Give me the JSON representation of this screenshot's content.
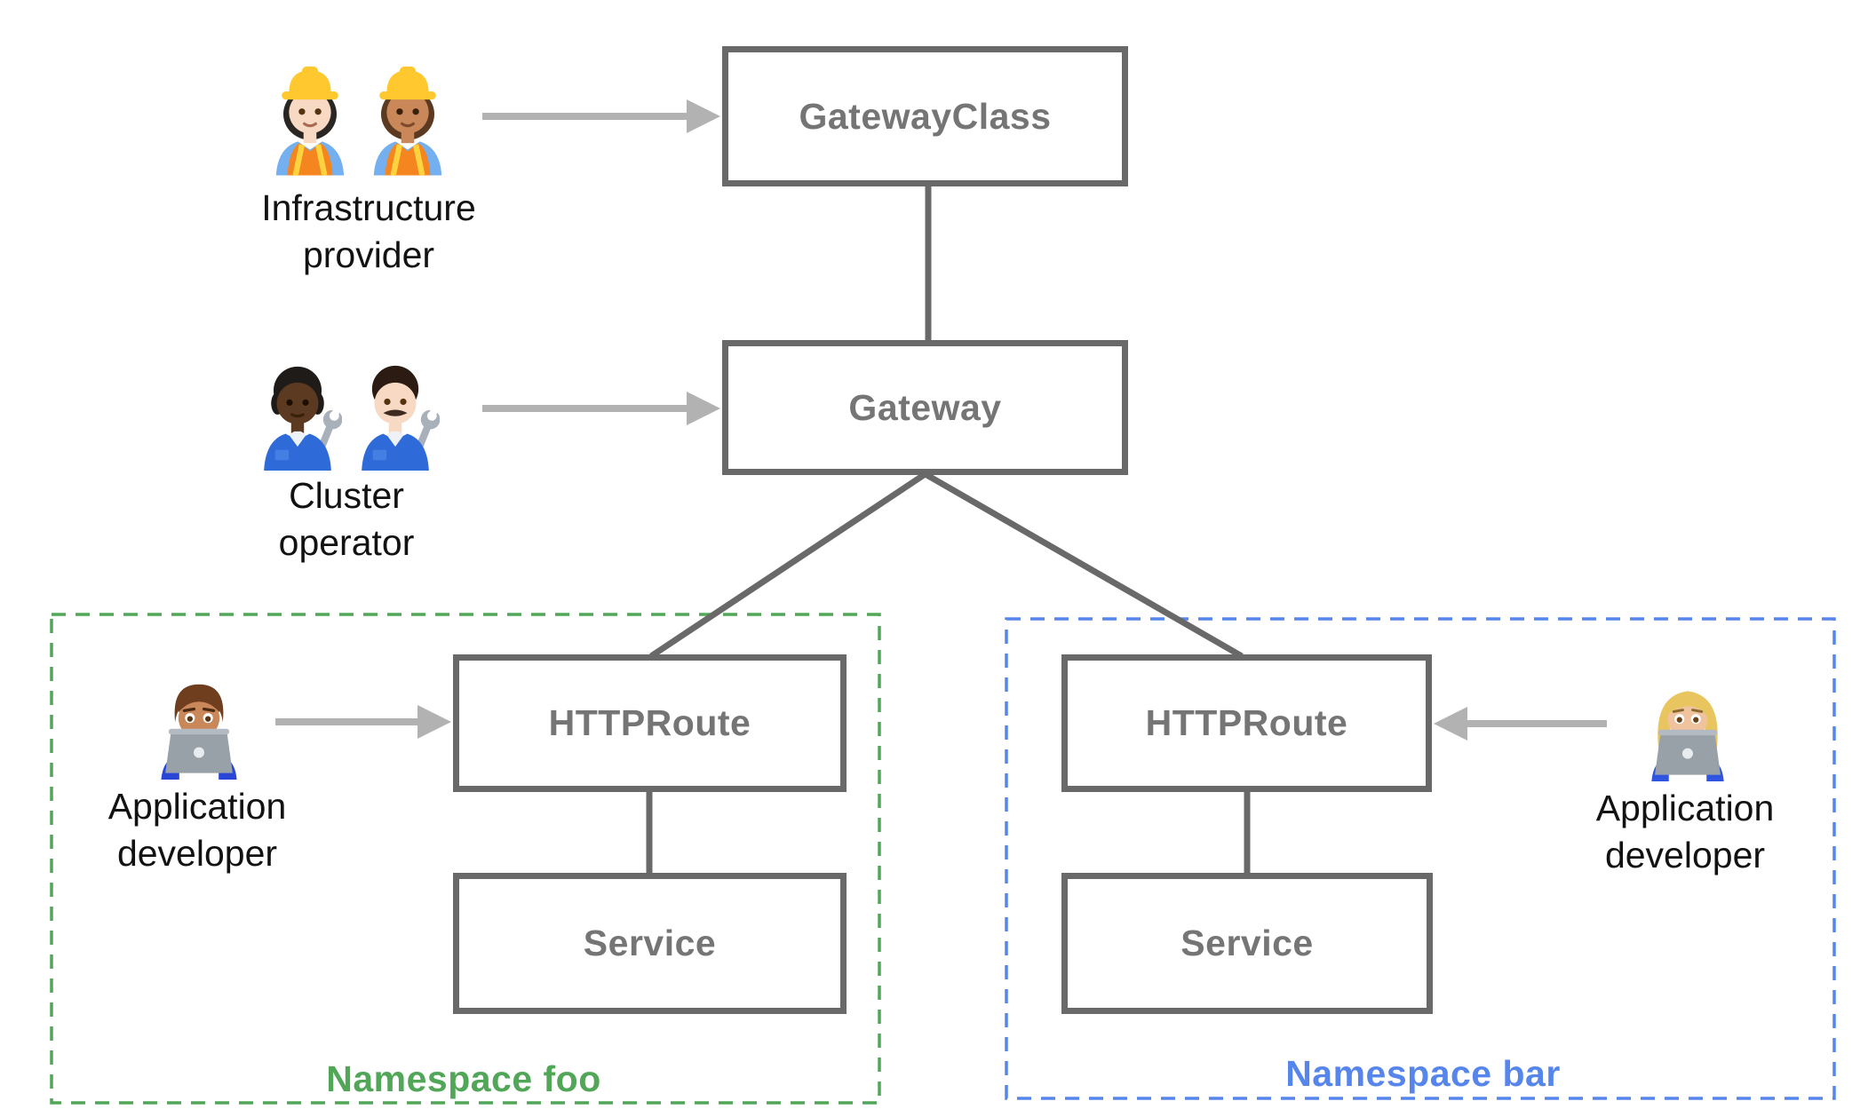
{
  "diagram": {
    "nodes": {
      "gatewayClass": "GatewayClass",
      "gateway": "Gateway",
      "httpRouteFoo": "HTTPRoute",
      "serviceFoo": "Service",
      "httpRouteBar": "HTTPRoute",
      "serviceBar": "Service"
    },
    "namespaces": {
      "foo": {
        "label": "Namespace foo",
        "color": "#52A658"
      },
      "bar": {
        "label": "Namespace bar",
        "color": "#5685EB"
      }
    },
    "personas": {
      "infrastructureProvider": {
        "line1": "Infrastructure",
        "line2": "provider",
        "icons": [
          "woman-construction-worker-light-icon",
          "woman-construction-worker-medium-icon"
        ]
      },
      "clusterOperator": {
        "line1": "Cluster",
        "line2": "operator",
        "icons": [
          "mechanic-dark-icon",
          "man-mechanic-icon"
        ]
      },
      "applicationDeveloperFoo": {
        "line1": "Application",
        "line2": "developer",
        "icons": [
          "man-technologist-icon"
        ]
      },
      "applicationDeveloperBar": {
        "line1": "Application",
        "line2": "developer",
        "icons": [
          "woman-technologist-icon"
        ]
      }
    },
    "colors": {
      "boxBorder": "#696969",
      "boxLabel": "#757575",
      "connector": "#696969",
      "arrow": "#B2B2B2",
      "personaLabel": "#121212",
      "background": "#FFFFFF"
    }
  }
}
